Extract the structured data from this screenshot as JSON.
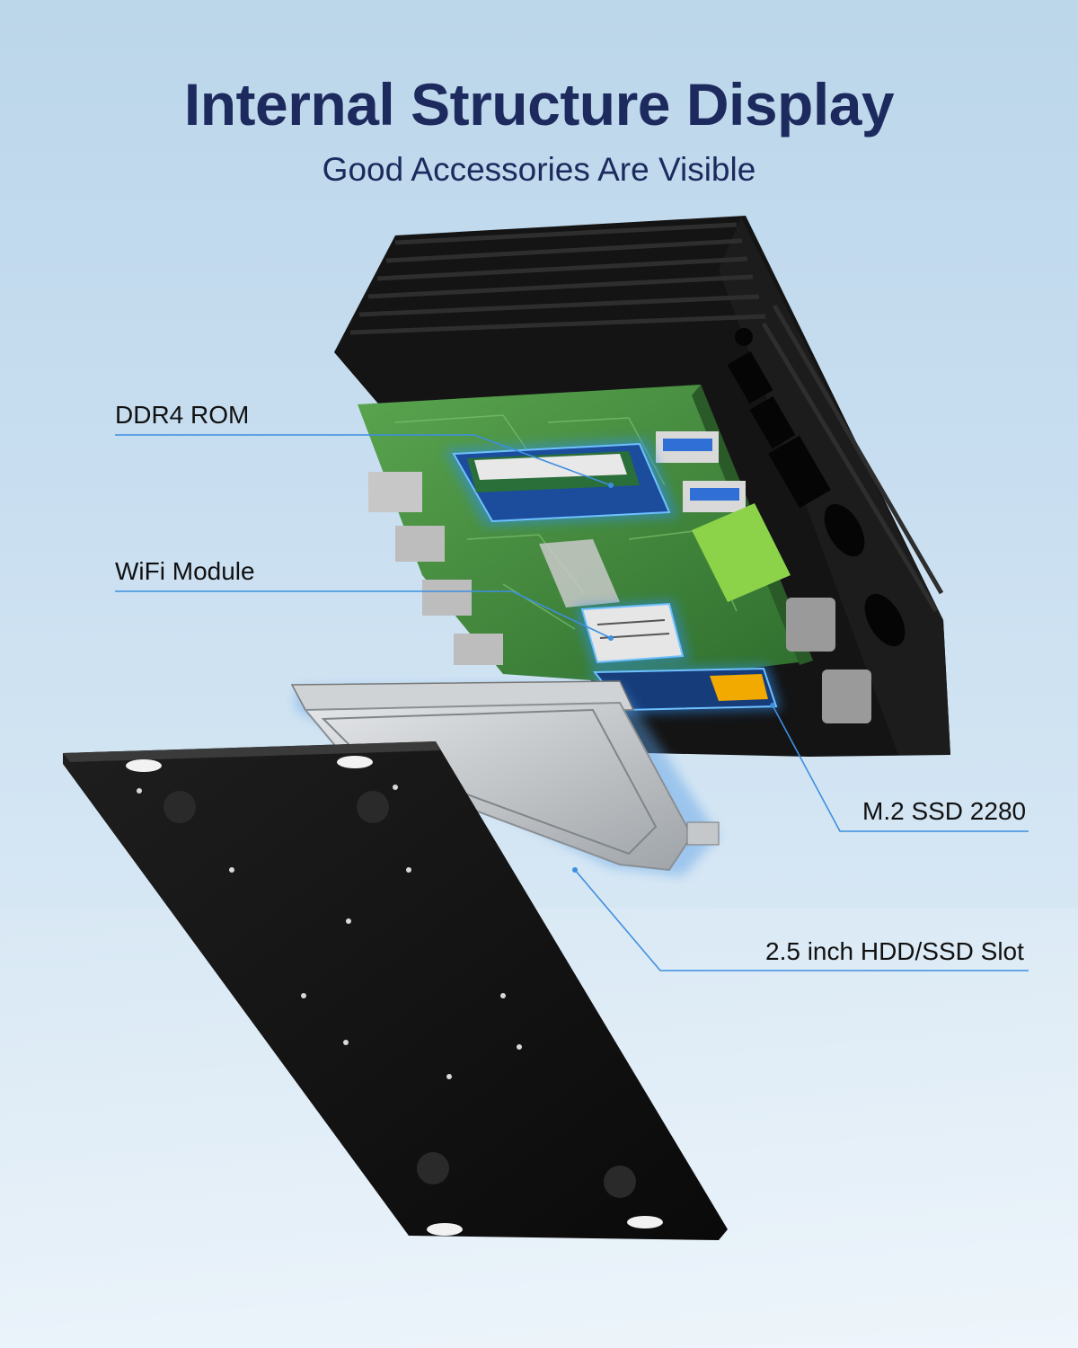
{
  "header": {
    "title": "Internal Structure Display",
    "subtitle": "Good Accessories Are Visible"
  },
  "callouts": {
    "ddr4": "DDR4 ROM",
    "wifi": "WiFi Module",
    "m2": "M.2 SSD 2280",
    "hdd": "2.5 inch HDD/SSD Slot"
  },
  "colors": {
    "title": "#1c2a5e",
    "leader_line": "#3d8fe0",
    "chassis": "#151515",
    "pcb": "#3f8a3c",
    "highlight": "#2f8cf0"
  }
}
